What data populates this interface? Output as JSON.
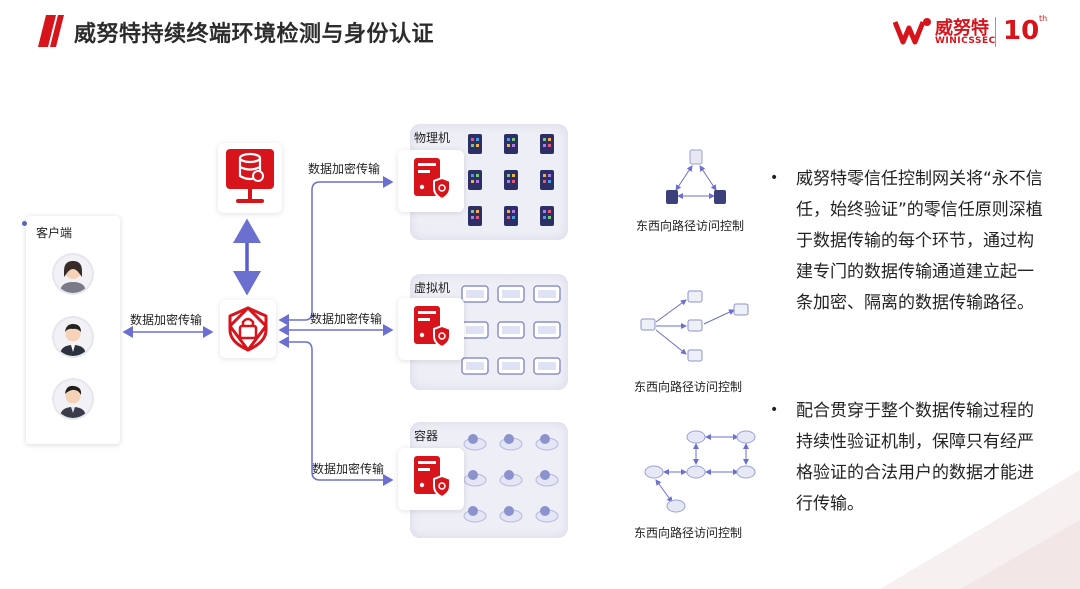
{
  "header": {
    "title": "威努特持续终端环境检测与身份认证",
    "logo_cn": "威努特",
    "logo_en": "WINICSSEC",
    "anniversary": "10",
    "anniversary_sup": "th"
  },
  "colors": {
    "accent": "#d7141c",
    "connector": "#6b6fcf",
    "group_bg": "#eeeef6"
  },
  "client": {
    "label": "客户端",
    "avatars": [
      "user-female-avatar",
      "user-male-avatar",
      "user-male-avatar"
    ]
  },
  "links": {
    "client_to_gateway": "数据加密传输",
    "to_physical": "数据加密传输",
    "to_virtual": "数据加密传输",
    "to_container": "数据加密传输"
  },
  "groups": [
    {
      "label": "物理机",
      "tile_icon": "chip-icon"
    },
    {
      "label": "虚拟机",
      "tile_icon": "monitor-icon"
    },
    {
      "label": "容器",
      "tile_icon": "cloud-icon"
    }
  ],
  "topologies": [
    {
      "caption": "东西向路径访问控制"
    },
    {
      "caption": "东西向路径访问控制"
    },
    {
      "caption": "东西向路径访问控制"
    }
  ],
  "bullets": [
    "威努特零信任控制网关将“永不信任，始终验证”的零信任原则深植于数据传输的每个环节，通过构建专门的数据传输通道建立起一条加密、隔离的数据传输路径。",
    "配合贯穿于整个数据传输过程的持续性验证机制，保障只有经严格验证的合法用户的数据才能进行传输。"
  ]
}
